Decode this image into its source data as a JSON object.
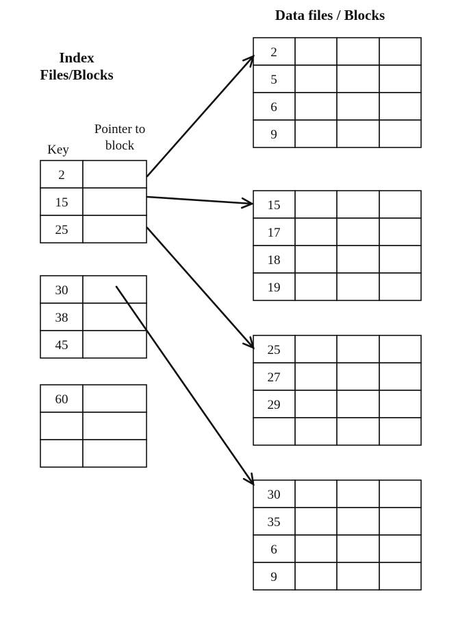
{
  "headings": {
    "data_title": "Data files / Blocks",
    "index_line1": "Index",
    "index_line2": "Files/Blocks",
    "key_label": "Key",
    "pointer_line1": "Pointer to",
    "pointer_line2": "block"
  },
  "index_blocks": [
    {
      "keys": [
        "2",
        "15",
        "25"
      ]
    },
    {
      "keys": [
        "30",
        "38",
        "45"
      ]
    },
    {
      "keys": [
        "60",
        "",
        ""
      ]
    }
  ],
  "data_blocks": [
    {
      "keys": [
        "2",
        "5",
        "6",
        "9"
      ]
    },
    {
      "keys": [
        "15",
        "17",
        "18",
        "19"
      ]
    },
    {
      "keys": [
        "25",
        "27",
        "29",
        ""
      ]
    },
    {
      "keys": [
        "30",
        "35",
        "6",
        "9"
      ]
    }
  ],
  "pointers": [
    {
      "from_key": "2",
      "to_block": 0
    },
    {
      "from_key": "15",
      "to_block": 1
    },
    {
      "from_key": "25",
      "to_block": 2
    },
    {
      "from_key": "30",
      "to_block": 3
    }
  ]
}
